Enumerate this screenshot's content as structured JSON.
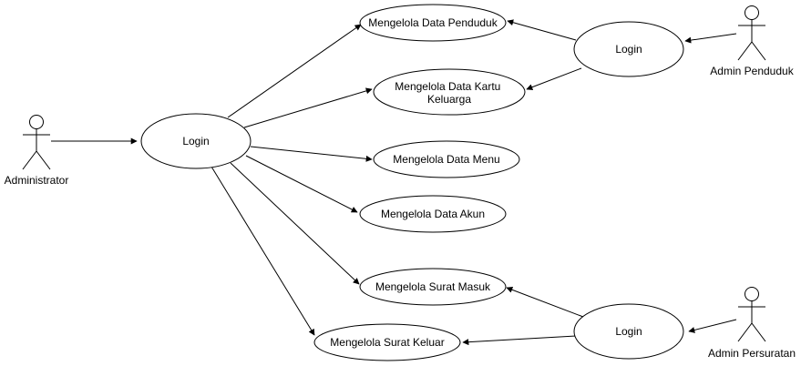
{
  "actors": {
    "administrator": "Administrator",
    "admin_penduduk": "Admin Penduduk",
    "admin_persuratan": "Admin Persuratan"
  },
  "use_cases": {
    "login_main": "Login",
    "login_penduduk": "Login",
    "login_persuratan": "Login",
    "data_penduduk": "Mengelola Data Penduduk",
    "data_kk_line1": "Mengelola Data Kartu",
    "data_kk_line2": "Keluarga",
    "data_menu": "Mengelola Data Menu",
    "data_akun": "Mengelola Data Akun",
    "surat_masuk": "Mengelola Surat Masuk",
    "surat_keluar": "Mengelola Surat Keluar"
  }
}
